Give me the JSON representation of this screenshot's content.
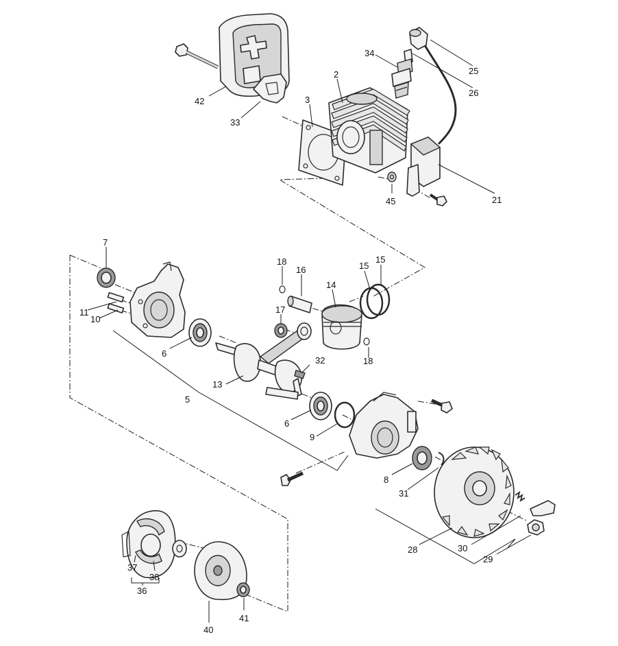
{
  "labels": {
    "l42": "42",
    "l33": "33",
    "l3": "3",
    "l2": "2",
    "l34": "34",
    "l25": "25",
    "l26": "26",
    "l21": "21",
    "l45": "45",
    "l7": "7",
    "l11": "11",
    "l10": "10",
    "l6a": "6",
    "l18a": "18",
    "l16": "16",
    "l14": "14",
    "l15a": "15",
    "l15b": "15",
    "l17": "17",
    "l18b": "18",
    "l32": "32",
    "l13": "13",
    "l5": "5",
    "l6b": "6",
    "l9": "9",
    "l8": "8",
    "l31": "31",
    "l28": "28",
    "l30": "30",
    "l29": "29",
    "l37": "37",
    "l38": "38",
    "l36": "36",
    "l40": "40",
    "l41": "41"
  }
}
